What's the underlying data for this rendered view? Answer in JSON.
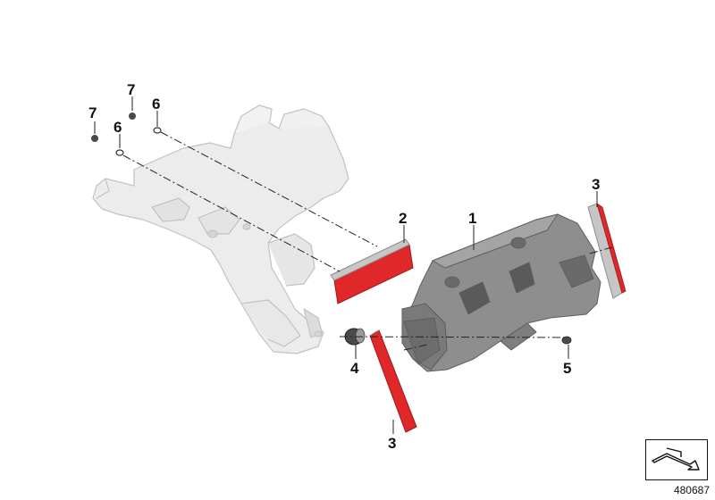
{
  "diagram": {
    "reference_number": "480687",
    "callouts": [
      {
        "id": "c7a",
        "text": "7"
      },
      {
        "id": "c6a",
        "text": "6"
      },
      {
        "id": "c7b",
        "text": "7"
      },
      {
        "id": "c6b",
        "text": "6"
      },
      {
        "id": "c2",
        "text": "2"
      },
      {
        "id": "c1",
        "text": "1"
      },
      {
        "id": "c3a",
        "text": "3"
      },
      {
        "id": "c4",
        "text": "4"
      },
      {
        "id": "c5",
        "text": "5"
      },
      {
        "id": "c3b",
        "text": "3"
      }
    ],
    "colors": {
      "frame_light": "#ececec",
      "frame_stroke": "#bdbdbd",
      "holder": "#8c8c8c",
      "holder_dark": "#6e6e6e",
      "reflector_red": "#e0282a",
      "reflector_gray": "#c4c4c4"
    }
  }
}
